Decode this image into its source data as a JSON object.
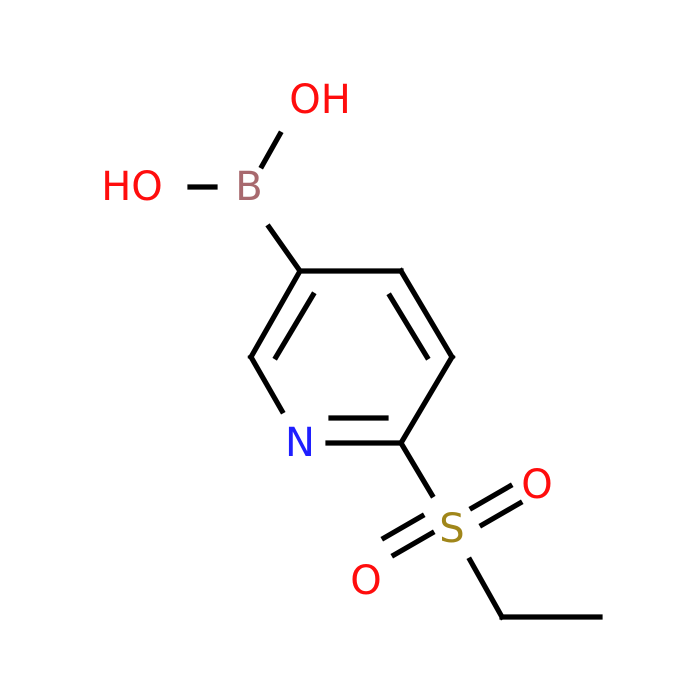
{
  "molecule": {
    "atoms": {
      "oh_top": {
        "label": "OH",
        "color": "#ff0d0d"
      },
      "oh_left": {
        "label": "HO",
        "color": "#ff0d0d"
      },
      "boron": {
        "label": "B",
        "color": "#a8696e"
      },
      "nitrogen": {
        "label": "N",
        "color": "#1f1fff"
      },
      "sulfur": {
        "label": "S",
        "color": "#a0861a"
      },
      "oxygen_right": {
        "label": "O",
        "color": "#ff0d0d"
      },
      "oxygen_bottom": {
        "label": "O",
        "color": "#ff0d0d"
      }
    },
    "bond_color": "#000000"
  }
}
